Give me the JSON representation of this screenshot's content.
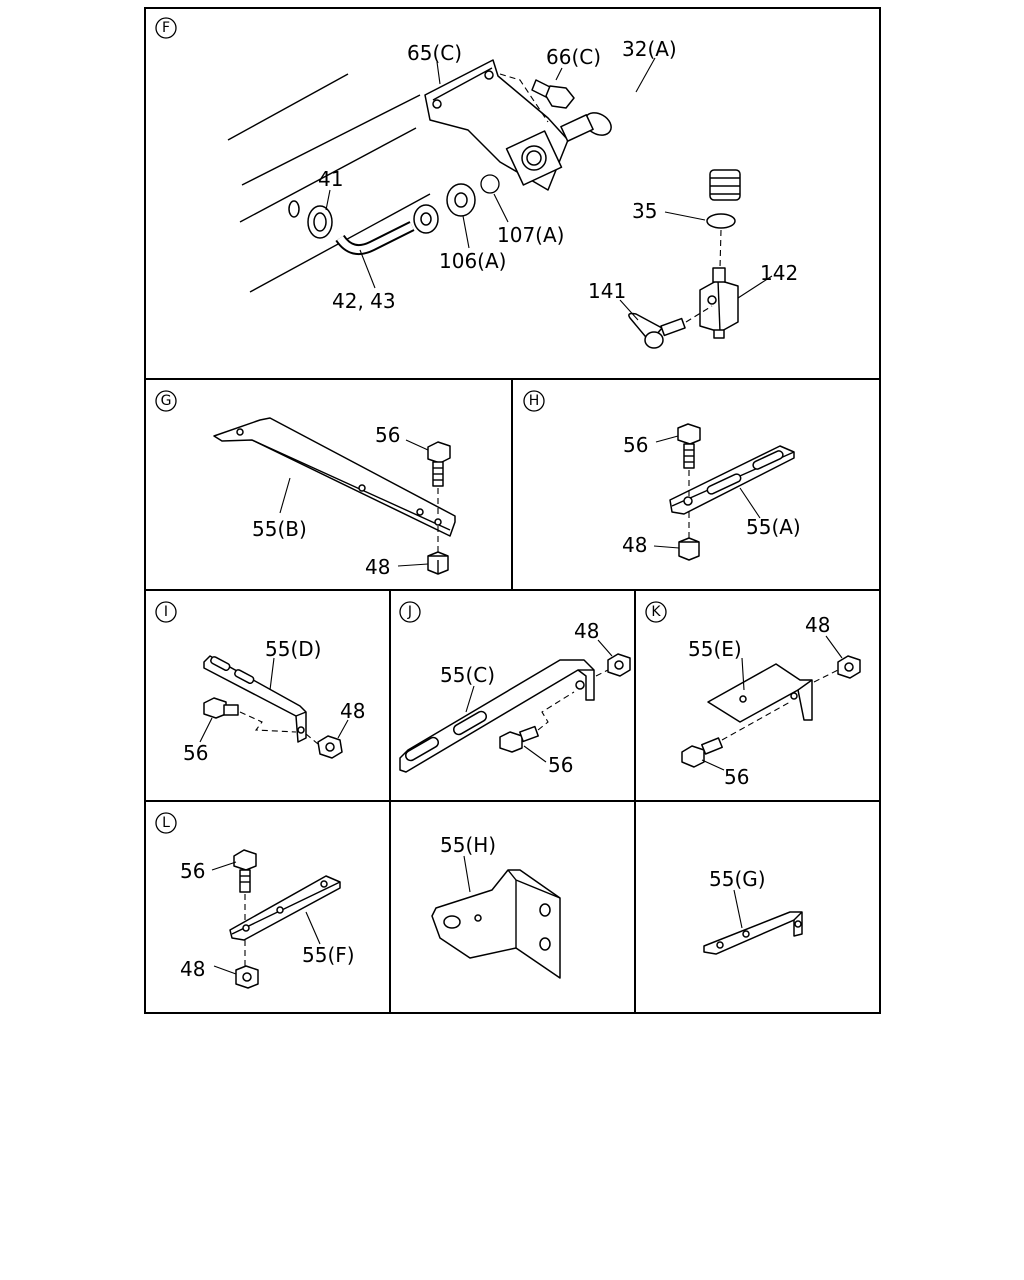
{
  "sections": [
    {
      "id": "F",
      "labels": [
        "65(C)",
        "66(C)",
        "32(A)",
        "41",
        "35",
        "107(A)",
        "106(A)",
        "142",
        "141",
        "42, 43"
      ]
    },
    {
      "id": "G",
      "labels": [
        "56",
        "55(B)",
        "48"
      ]
    },
    {
      "id": "H",
      "labels": [
        "56",
        "55(A)",
        "48"
      ]
    },
    {
      "id": "I",
      "labels": [
        "55(D)",
        "48",
        "56"
      ]
    },
    {
      "id": "J",
      "labels": [
        "48",
        "55(C)",
        "56"
      ]
    },
    {
      "id": "K",
      "labels": [
        "55(E)",
        "48",
        "56"
      ]
    },
    {
      "id": "L",
      "labels": [
        "56",
        "48",
        "55(F)"
      ]
    },
    {
      "id": "",
      "labels": [
        "55(H)"
      ]
    },
    {
      "id": "",
      "labels": [
        "55(G)"
      ]
    }
  ]
}
